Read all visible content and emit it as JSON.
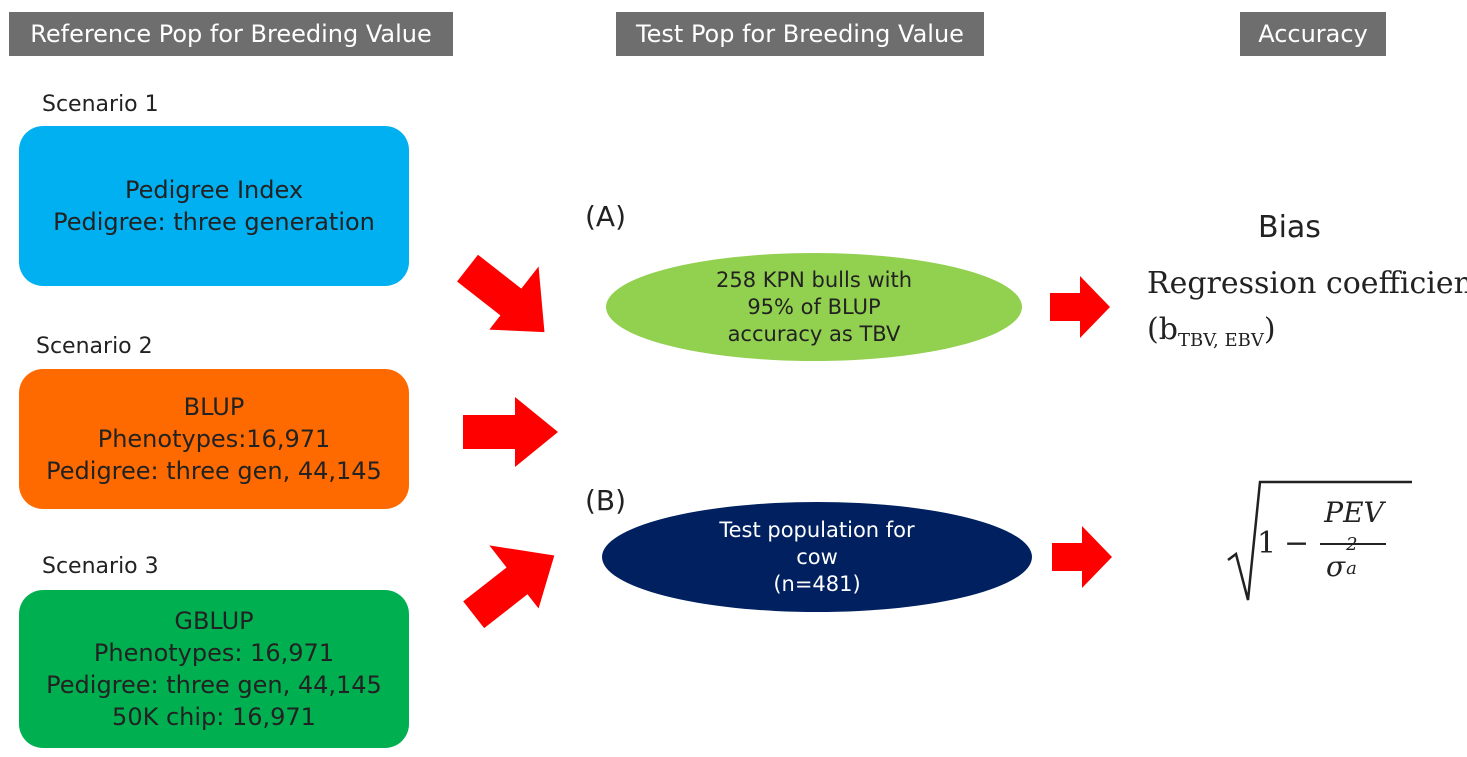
{
  "headers": {
    "reference": "Reference Pop for Breeding Value",
    "test": "Test Pop for Breeding Value",
    "accuracy": "Accuracy"
  },
  "scenarios": [
    {
      "label": "Scenario 1",
      "lines": [
        "Pedigree Index",
        "Pedigree: three generation"
      ],
      "color": "#00b0f0"
    },
    {
      "label": "Scenario 2",
      "lines": [
        "BLUP",
        "Phenotypes:16,971",
        "Pedigree: three gen, 44,145"
      ],
      "color": "#ff6a00"
    },
    {
      "label": "Scenario 3",
      "lines": [
        "GBLUP",
        "Phenotypes: 16,971",
        "Pedigree: three gen, 44,145",
        "50K chip: 16,971"
      ],
      "color": "#00b050"
    }
  ],
  "test_pops": [
    {
      "tag": "(A)",
      "lines": [
        "258 KPN bulls with",
        "95% of BLUP",
        "accuracy as TBV"
      ],
      "color": "#92d050",
      "text_color": "#222222"
    },
    {
      "tag": "(B)",
      "lines": [
        "Test population for",
        "cow",
        "(n=481)"
      ],
      "color": "#002060",
      "text_color": "#ffffff"
    }
  ],
  "accuracy": {
    "bias": "Bias",
    "regression": "Regression coefficient",
    "regression_symbol": "b",
    "regression_subscript": "TBV, EBV",
    "formula_one": "1",
    "formula_minus": "−",
    "formula_numerator": "PEV",
    "formula_denominator_base": "σ",
    "formula_denominator_sub": "a",
    "formula_denominator_sup": "2"
  },
  "arrow_color": "#ff0000"
}
